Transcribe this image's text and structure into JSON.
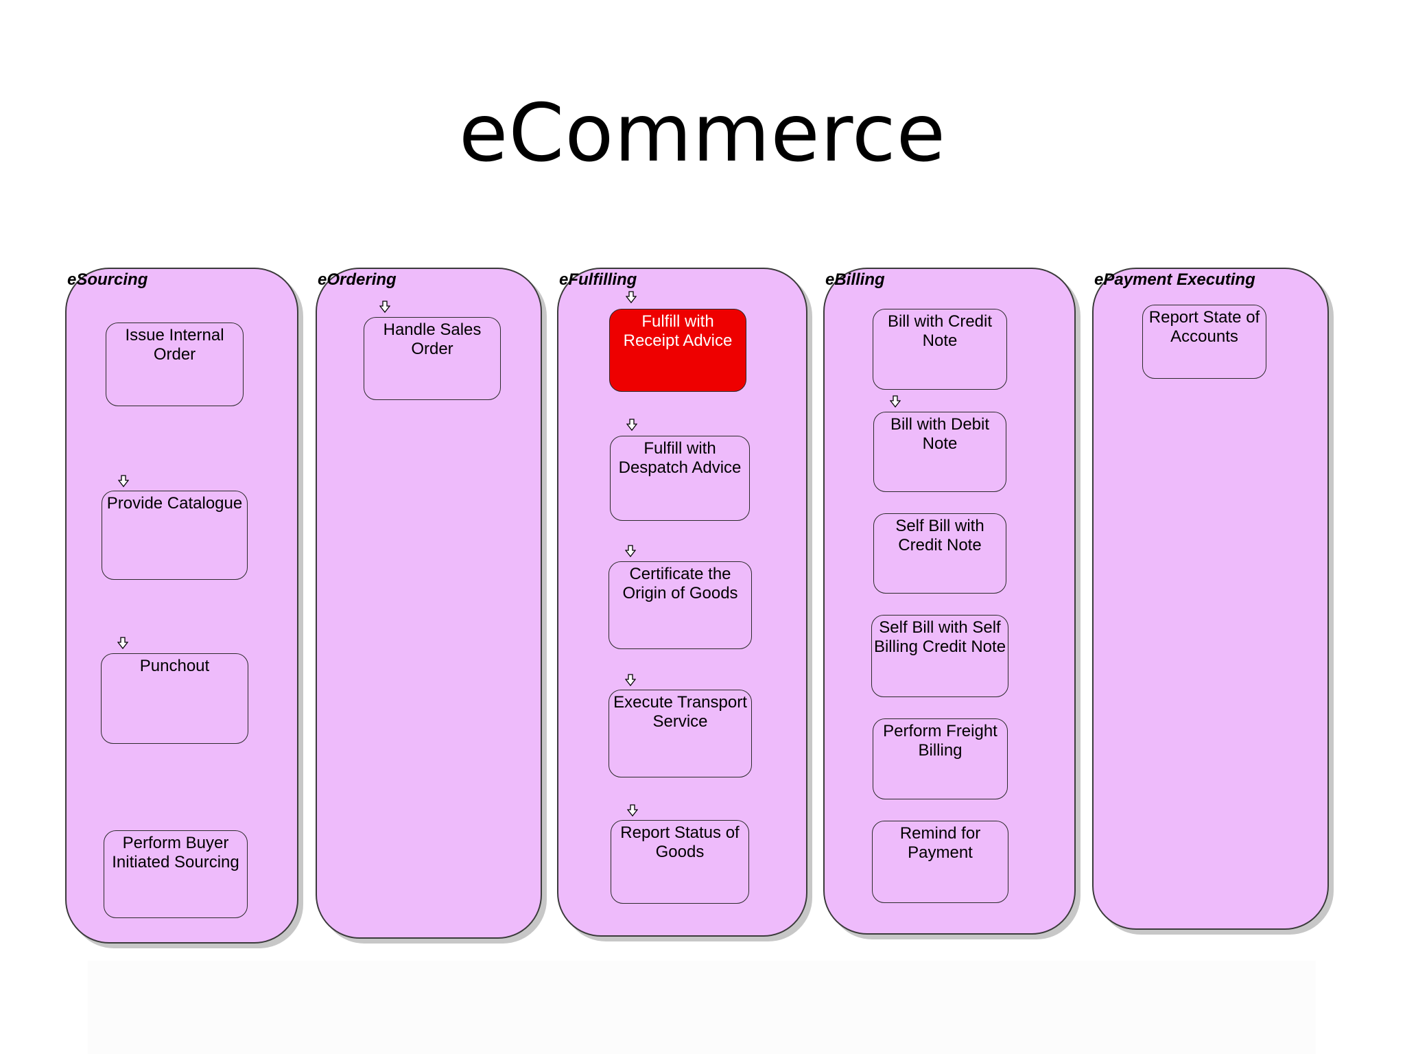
{
  "slide": {
    "title": "eCommerce"
  },
  "lanes": [
    {
      "title": "eSourcing",
      "tasks": [
        "Issue Internal\nOrder",
        "Provide Catalogue",
        "Punchout",
        "Perform Buyer\nInitiated Sourcing"
      ]
    },
    {
      "title": "eOrdering",
      "tasks": [
        "Handle Sales\nOrder"
      ]
    },
    {
      "title": "eFulfilling",
      "tasks": [
        "Fulfill with\nReceipt Advice",
        "Fulfill with\nDespatch Advice",
        "Certificate the\nOrigin of Goods",
        "Execute Transport\nService",
        "Report Status of\nGoods"
      ]
    },
    {
      "title": "eBilling",
      "tasks": [
        "Bill with Credit\nNote",
        "Bill with Debit\nNote",
        "Self Bill with\nCredit Note",
        "Self Bill with Self\nBilling Credit Note",
        "Perform Freight\nBilling",
        "Remind for\nPayment"
      ]
    },
    {
      "title": "ePayment Executing",
      "tasks": [
        "Report State of\nAccounts"
      ]
    }
  ],
  "colors": {
    "lane_fill": "#eebbfb",
    "highlight_fill": "#ee0000",
    "border": "#2a2a2a"
  },
  "icons": {
    "flow_arrow": "down-outline-arrow-icon"
  }
}
